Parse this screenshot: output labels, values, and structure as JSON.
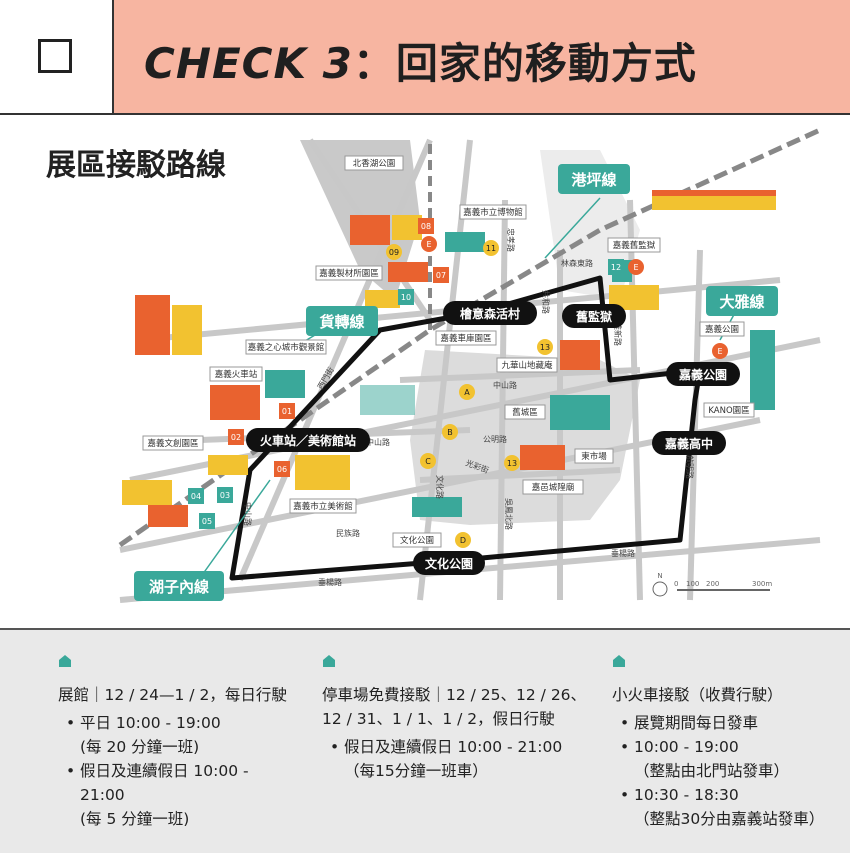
{
  "header": {
    "checkbox_label": "",
    "title_check": "CHECK 3",
    "title_rest": "：回家的移動方式"
  },
  "map": {
    "title": "展區接駁路線",
    "routes": {
      "gangping": "港坪線",
      "daya": "大雅線",
      "huozhuan": "貨轉線",
      "huzinei": "湖子內線"
    },
    "stops": {
      "forest": "檜意森活村",
      "prison": "舊監獄",
      "park": "嘉義公園",
      "highschool": "嘉義高中",
      "station": "火車站／美術館站",
      "culture": "文化公園"
    },
    "places": {
      "beixiang_park": "北香湖公園",
      "museum": "嘉義市立博物館",
      "prison_museum": "嘉義舊監獄",
      "timber": "嘉義製材所園區",
      "train_park": "嘉義車庫園區",
      "city_center": "嘉義之心城市觀景館",
      "jiayi_station": "嘉義火車站",
      "wenchuang": "嘉義文創園區",
      "art_museum": "嘉義市立美術館",
      "jiuhua": "九華山地藏庵",
      "old_city": "舊城區",
      "east_market": "東市場",
      "city_god": "嘉邑城隍廟",
      "culture_park": "文化公園",
      "jiayi_park": "嘉義公園",
      "kano": "KANO園區"
    },
    "roads": {
      "zhongxiao": "忠孝路",
      "linsen": "林森東路",
      "gonghe": "共和路",
      "weixin": "維新路",
      "zhongshan1": "中山路",
      "zhongshan2": "中山路",
      "gongming": "公明路",
      "guangcai": "光彩街",
      "wenhua": "文化路",
      "wuqun": "吳鳳北路",
      "minzu": "民族路",
      "chuiyang1": "垂楊路",
      "chuiyang2": "垂楊路",
      "qiming": "啟明路",
      "zhongshan_s": "中山路",
      "xixing": "西門街"
    },
    "markers": [
      "01",
      "02",
      "03",
      "04",
      "05",
      "06",
      "07",
      "08",
      "09",
      "10",
      "11",
      "12",
      "13",
      "13",
      "A",
      "B",
      "C",
      "D",
      "E",
      "E",
      "E"
    ],
    "scale": {
      "labels": [
        "0",
        "100",
        "200",
        "300m"
      ],
      "north": "N"
    }
  },
  "info": {
    "col1": {
      "head": "展館｜12 / 24—1 / 2，每日行駛",
      "items": [
        "平日 10:00 - 19:00",
        "假日及連續假日 10:00 - 21:00"
      ],
      "subs": [
        "(每 20 分鐘一班)",
        "(每 5 分鐘一班)"
      ]
    },
    "col2": {
      "head1": "停車場免費接駁｜12 / 25、12 / 26、",
      "head2": "12 / 31、1 / 1、1 / 2，假日行駛",
      "items": [
        "假日及連續假日 10:00 -  21:00"
      ],
      "subs": [
        "（每15分鐘一班車）"
      ]
    },
    "col3": {
      "head": "小火車接駁（收費行駛）",
      "items": [
        "展覽期間每日發車",
        "10:00 - 19:00",
        "10:30 - 18:30"
      ],
      "subs": [
        "（整點由北門站發車）",
        "（整點30分由嘉義站發車）"
      ]
    }
  },
  "colors": {
    "header_bg": "#f7b5a1",
    "route_teal": "#3aa89a",
    "route_black": "#111111",
    "info_bg": "#e9e9e9",
    "yellow": "#f2c230",
    "orange": "#e9622f"
  }
}
